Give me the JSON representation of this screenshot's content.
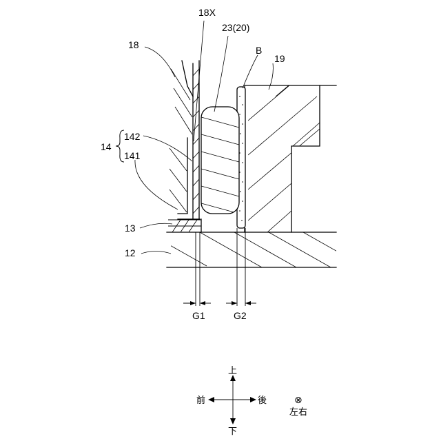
{
  "labels": {
    "ref_18X": "18X",
    "ref_23_20": "23(20)",
    "ref_18": "18",
    "ref_B": "B",
    "ref_19": "19",
    "ref_14": "14",
    "ref_142": "142",
    "ref_141": "141",
    "ref_13": "13",
    "ref_12": "12",
    "gap_G1": "G1",
    "gap_G2": "G2"
  },
  "direction_indicator": {
    "up": "上",
    "down": "下",
    "front": "前",
    "rear": "後",
    "left_right": "左右",
    "into_page_symbol": "⊗"
  }
}
